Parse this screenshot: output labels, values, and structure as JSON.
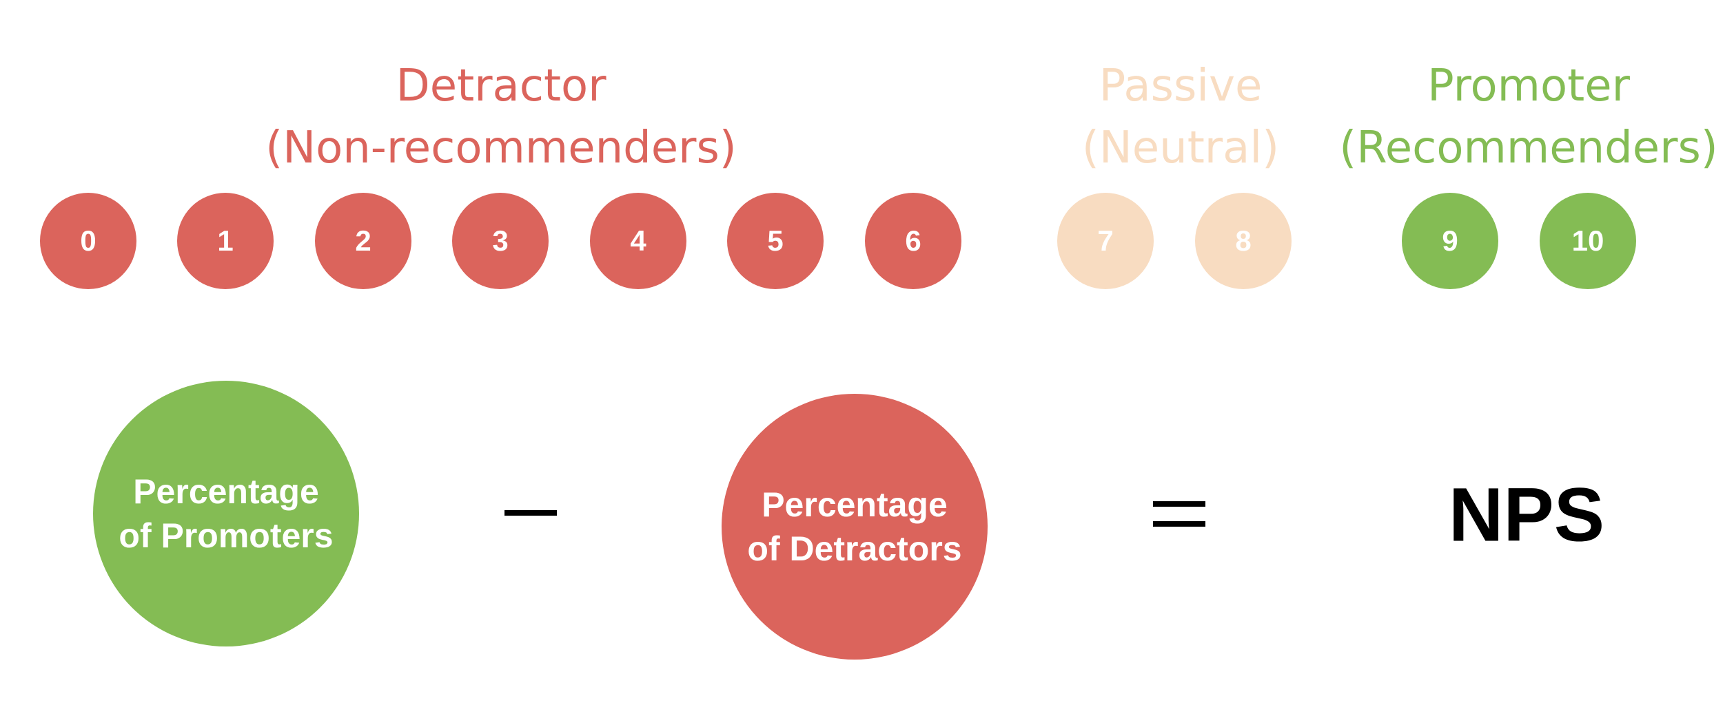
{
  "colors": {
    "detractor": "#db645c",
    "passive": "#f8dcc1",
    "promoter": "#84bc54",
    "text_dark": "#000000"
  },
  "groups": {
    "detractor": {
      "title": "Detractor",
      "subtitle": "(Non-recommenders)"
    },
    "passive": {
      "title": "Passive",
      "subtitle": "(Neutral)"
    },
    "promoter": {
      "title": "Promoter",
      "subtitle": "(Recommenders)"
    }
  },
  "scores": [
    "0",
    "1",
    "2",
    "3",
    "4",
    "5",
    "6",
    "7",
    "8",
    "9",
    "10"
  ],
  "formula": {
    "promoters_line1": "Percentage",
    "promoters_line2": "of Promoters",
    "operator_minus": "−",
    "detractors_line1": "Percentage",
    "detractors_line2": "of Detractors",
    "operator_equals": "=",
    "result": "NPS"
  }
}
